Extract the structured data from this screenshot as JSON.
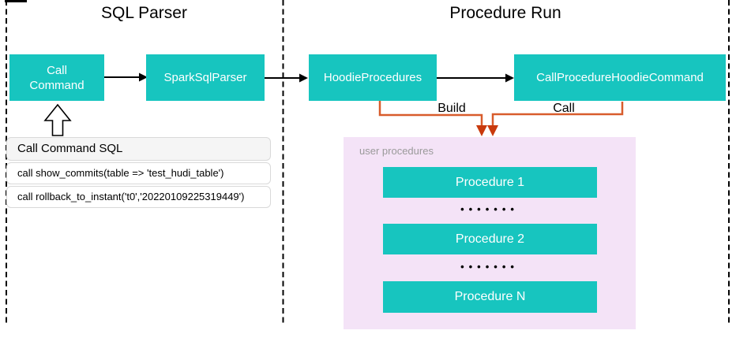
{
  "regions": {
    "sql_parser": {
      "title": "SQL Parser"
    },
    "procedure_run": {
      "title": "Procedure Run"
    }
  },
  "nodes": {
    "call_command": "Call Command",
    "spark_sql_parser": "SparkSqlParser",
    "hoodie_procedures": "HoodieProcedures",
    "call_procedure_hoodie_command": "CallProcedureHoodieCommand"
  },
  "sql_panel": {
    "header": "Call Command SQL",
    "statements": [
      "call show_commits(table => 'test_hudi_table')",
      "call rollback_to_instant('t0','20220109225319449')"
    ]
  },
  "edges": {
    "build_label": "Build",
    "call_label": "Call"
  },
  "user_procedures": {
    "label": "user procedures",
    "items": [
      "Procedure 1",
      "Procedure 2",
      "Procedure N"
    ],
    "ellipsis": "•••••••"
  },
  "colors": {
    "node_fill": "#17C5BF",
    "node_text": "#FFFFFF",
    "connector_orange": "#D85C2C",
    "connector_arrowhead": "#C93A0D",
    "panel_purple": "#F4E3F7",
    "panel_label_gray": "#9A9A9A",
    "code_header_bg": "#F5F5F5",
    "code_border": "#D9D9D9",
    "line_black": "#000000"
  }
}
